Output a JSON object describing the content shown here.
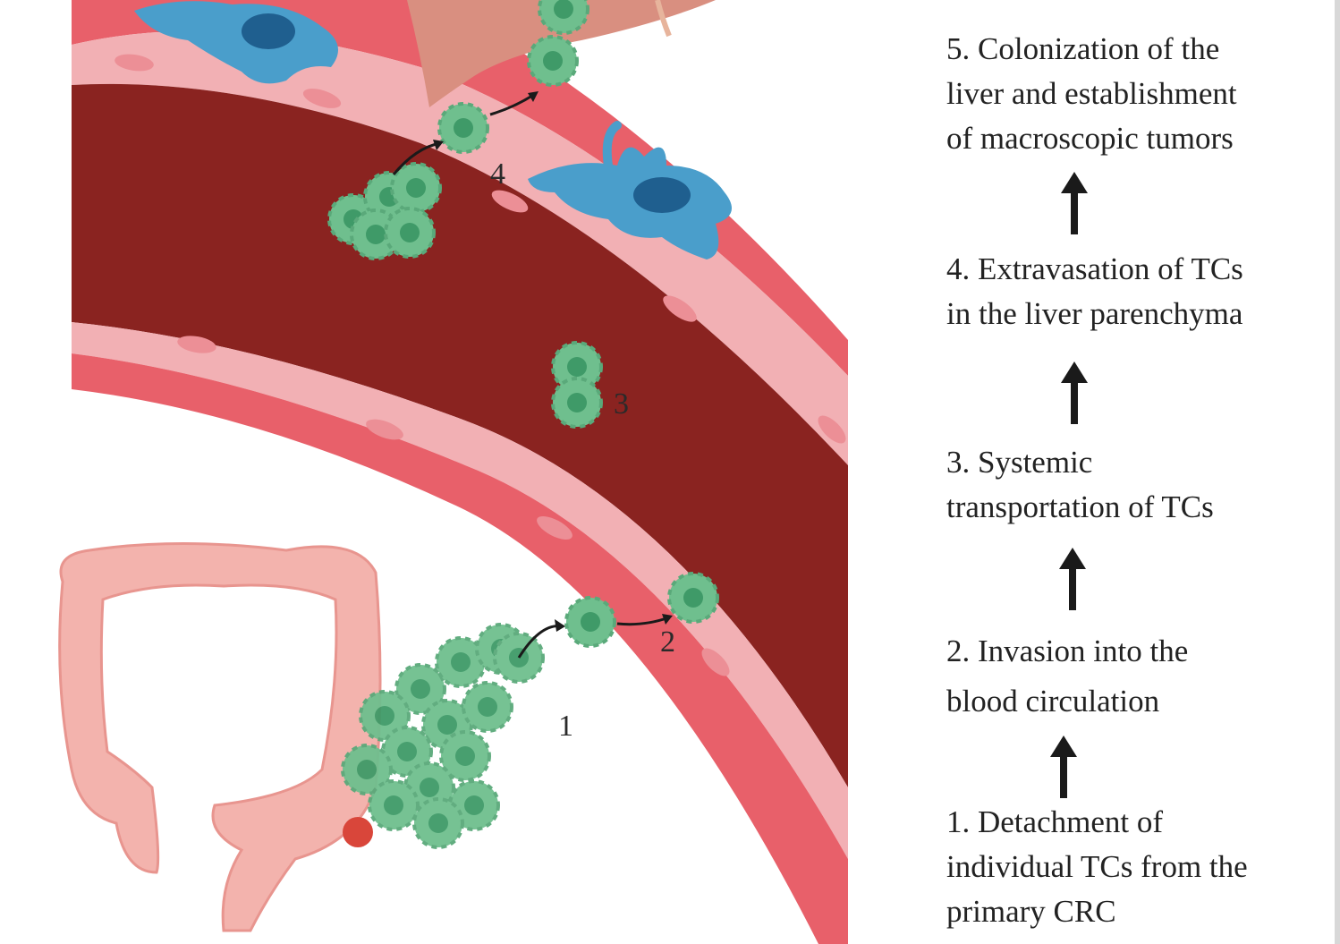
{
  "colors": {
    "lumen": "#8a2320",
    "vessel_wall": "#e8606a",
    "endothelium": "#f2b0b4",
    "endothelial_nucleus": "#ec8f96",
    "tumor_cell": "#6fbf8e",
    "tumor_nucleus": "#3f9a68",
    "kupffer_cell": "#4a9ecb",
    "kupffer_nucleus": "#1f5f8f",
    "colon": "#f3b3ad",
    "primary_tumor": "#d9463a",
    "liver": "#d98f80",
    "arrow": "#1a1a1a"
  },
  "icons": [
    "tumor-cell-icon",
    "kupffer-cell-icon",
    "colon-icon",
    "liver-icon",
    "up-arrow-icon"
  ],
  "markers": [
    "1",
    "2",
    "3",
    "4"
  ],
  "steps": [
    {
      "lines": [
        "1. Detachment of",
        "individual TCs from the",
        "primary CRC"
      ]
    },
    {
      "lines": [
        "2. Invasion into the",
        "blood circulation"
      ]
    },
    {
      "lines": [
        "3. Systemic",
        "transportation of TCs"
      ]
    },
    {
      "lines": [
        "4. Extravasation of TCs",
        "in the liver parenchyma"
      ]
    },
    {
      "lines": [
        "5. Colonization of the",
        "liver and establishment",
        "of macroscopic tumors"
      ]
    }
  ]
}
